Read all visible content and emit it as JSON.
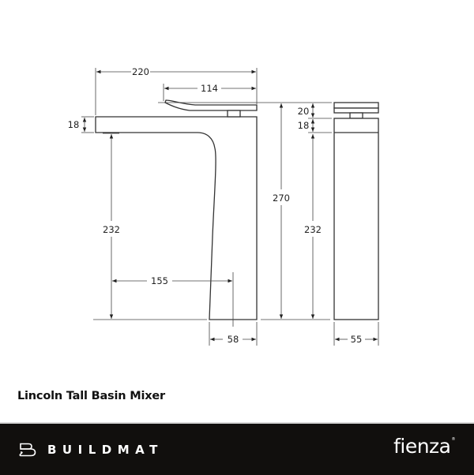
{
  "product": {
    "title": "Lincoln Tall Basin Mixer"
  },
  "dimensions": {
    "overall_reach": "220",
    "handle_length": "114",
    "spout_thickness": "18",
    "spout_clearance_side": "232",
    "spout_to_body_reach": "155",
    "body_width_side": "58",
    "overall_height": "270",
    "handle_height": "20",
    "spout_thickness_front": "18",
    "spout_clearance_front": "232",
    "body_width_front": "55"
  },
  "units": "mm",
  "footer": {
    "retailer_logo": "BUILDMAT",
    "brand_logo": "fienza",
    "brand_mark": "®",
    "background_color": "#110f0d",
    "text_color": "#ffffff"
  }
}
